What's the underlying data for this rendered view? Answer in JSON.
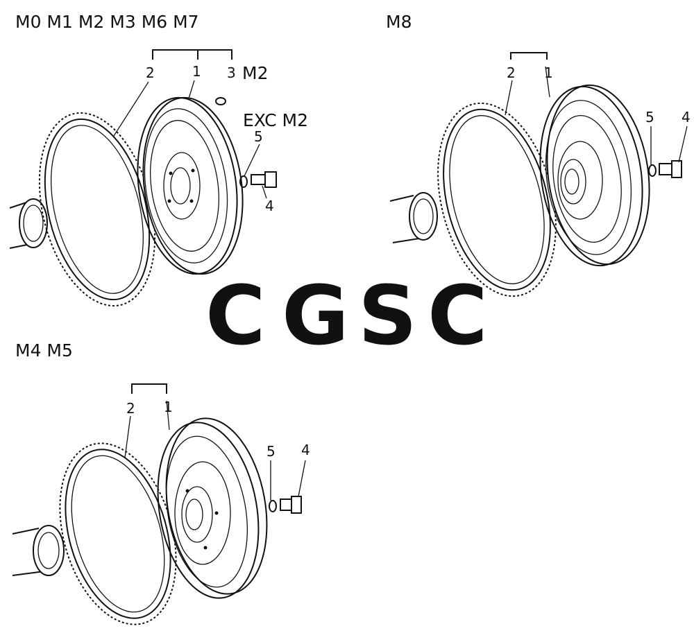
{
  "groups": {
    "a": {
      "title": "M0 M1 M2 M3 M6 M7",
      "callouts": {
        "ring_gear": "2",
        "flywheel": "1",
        "dowel": "3",
        "dowel_note": "M2",
        "bolt_note": "EXC M2",
        "washer": "5",
        "bolt": "4"
      }
    },
    "b": {
      "title": "M8",
      "callouts": {
        "ring_gear": "2",
        "flywheel": "1",
        "washer": "5",
        "bolt": "4"
      }
    },
    "c": {
      "title": "M4 M5",
      "callouts": {
        "ring_gear": "2",
        "flywheel": "1",
        "washer": "5",
        "bolt": "4"
      }
    }
  },
  "watermark": {
    "letters": [
      "C",
      "G",
      "S",
      "C"
    ],
    "colors": [
      "#4e8ef0",
      "#f07878",
      "#f6d25c",
      "#4aaa7c"
    ]
  }
}
